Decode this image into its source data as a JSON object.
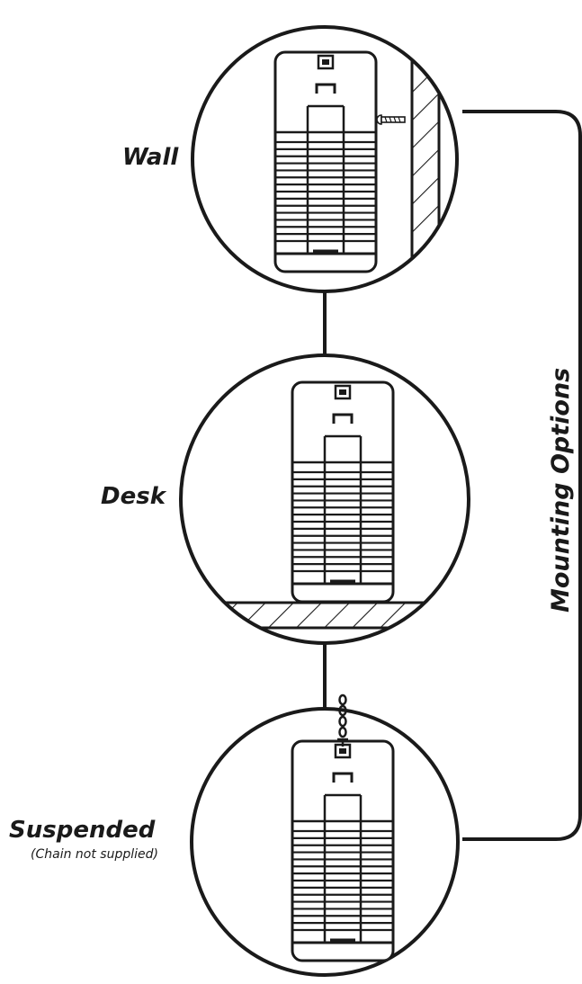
{
  "labels": {
    "wall": "Wall",
    "desk": "Desk",
    "suspended": "Suspended",
    "suspended_note": "(Chain not supplied)",
    "side_title": "Mounting Options"
  },
  "colors": {
    "stroke": "#1a1a1a",
    "background": "#ffffff"
  },
  "device": {
    "rows": 15
  }
}
